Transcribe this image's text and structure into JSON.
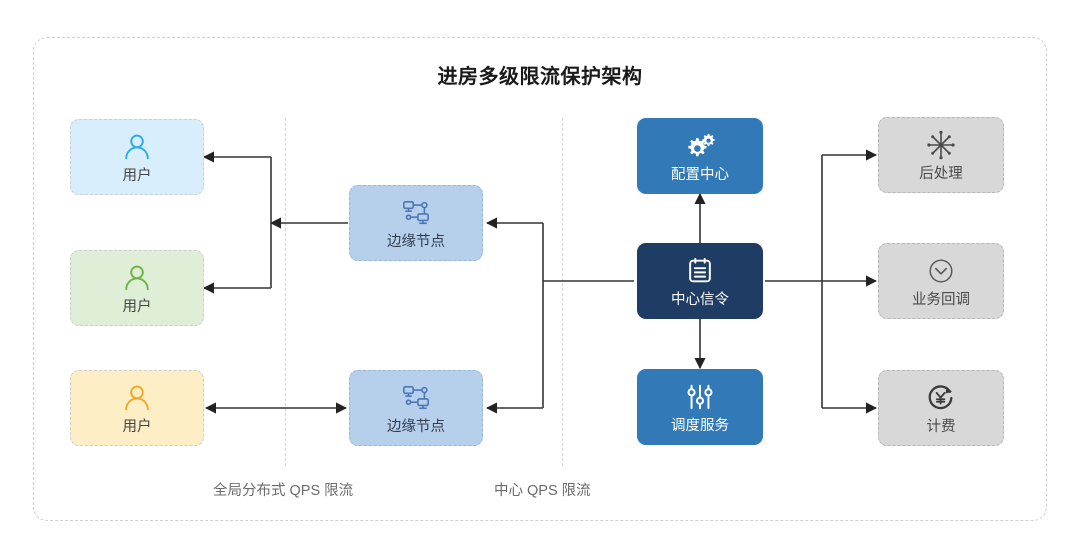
{
  "diagram": {
    "title": "进房多级限流保护架构",
    "frame": {
      "style": "dashed-rounded"
    },
    "zones": [
      {
        "name": "global-zone",
        "label": "全局分布式 QPS 限流"
      },
      {
        "name": "center-zone",
        "label": "中心 QPS 限流"
      }
    ],
    "colors": {
      "user_blue": "#d9eefc",
      "user_green": "#dfeed6",
      "user_yellow": "#fdeec6",
      "edge_blue": "#b6d0ec",
      "service_blue": "#3279b7",
      "center_navy": "#1f3c64",
      "downstream_gray": "#d8d8d8",
      "icon_blue": "#29abe2",
      "icon_green": "#6cb33f",
      "icon_yellow": "#f5a623",
      "wire": "#333333",
      "divider": "#d6d6d6",
      "frame": "#cfcfcf"
    },
    "nodes": [
      {
        "id": "user-1",
        "label": "用户",
        "icon": "user-icon",
        "group": "users"
      },
      {
        "id": "user-2",
        "label": "用户",
        "icon": "user-icon",
        "group": "users"
      },
      {
        "id": "user-3",
        "label": "用户",
        "icon": "user-icon",
        "group": "users"
      },
      {
        "id": "edge-node-1",
        "label": "边缘节点",
        "icon": "network-topology-icon",
        "group": "edge"
      },
      {
        "id": "edge-node-2",
        "label": "边缘节点",
        "icon": "network-topology-icon",
        "group": "edge"
      },
      {
        "id": "config-center",
        "label": "配置中心",
        "icon": "gears-icon",
        "group": "center"
      },
      {
        "id": "center-signal",
        "label": "中心信令",
        "icon": "document-list-icon",
        "group": "center"
      },
      {
        "id": "schedule-service",
        "label": "调度服务",
        "icon": "sliders-icon",
        "group": "center"
      },
      {
        "id": "post-process",
        "label": "后处理",
        "icon": "starburst-icon",
        "group": "downstream"
      },
      {
        "id": "business-callback",
        "label": "业务回调",
        "icon": "chevron-down-circle-icon",
        "group": "downstream"
      },
      {
        "id": "billing",
        "label": "计费",
        "icon": "yen-refresh-icon",
        "group": "downstream"
      }
    ],
    "edges": [
      {
        "from": "edge-node-1",
        "to": "user-1",
        "type": "arrow"
      },
      {
        "from": "edge-node-1",
        "to": "user-2",
        "type": "arrow"
      },
      {
        "from": "user-3",
        "to": "edge-node-2",
        "type": "bidirectional-arrow"
      },
      {
        "from": "center-signal",
        "to": "edge-node-1",
        "type": "arrow"
      },
      {
        "from": "center-signal",
        "to": "edge-node-2",
        "type": "arrow"
      },
      {
        "from": "center-signal",
        "to": "config-center",
        "type": "arrow"
      },
      {
        "from": "center-signal",
        "to": "schedule-service",
        "type": "arrow"
      },
      {
        "from": "center-signal",
        "to": "post-process",
        "type": "arrow"
      },
      {
        "from": "center-signal",
        "to": "business-callback",
        "type": "arrow"
      },
      {
        "from": "center-signal",
        "to": "billing",
        "type": "arrow"
      }
    ]
  }
}
